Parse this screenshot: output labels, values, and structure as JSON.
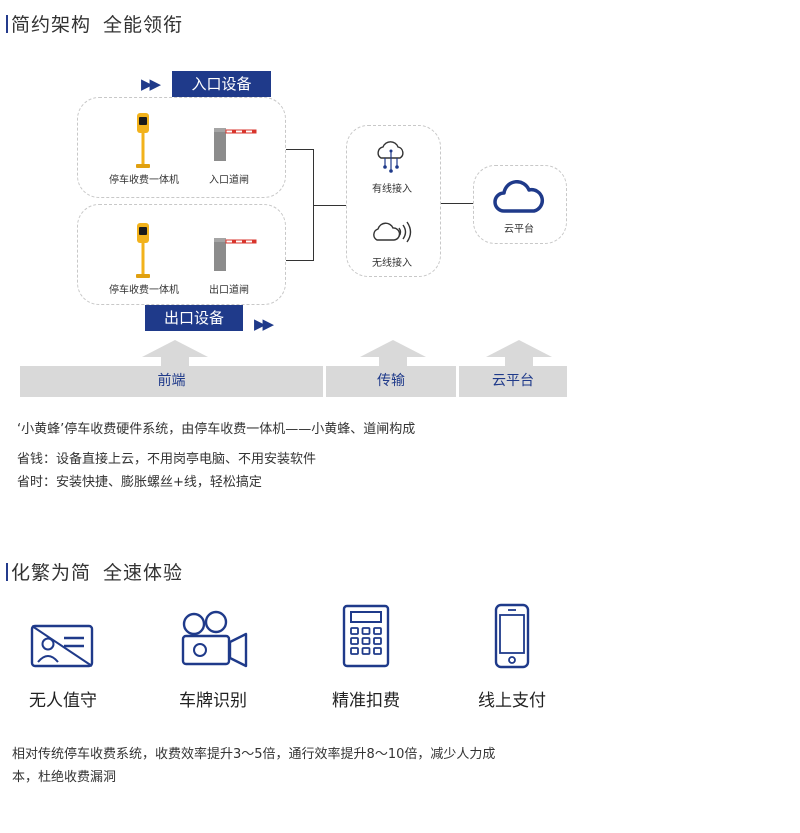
{
  "section1": {
    "title_a": "简约架构",
    "title_b": "全能领衔",
    "entry_tag": "入口设备",
    "exit_tag": "出口设备",
    "entry_kiosk_label": "停车收费一体机",
    "entry_gate_label": "入口道闸",
    "exit_kiosk_label": "停车收费一体机",
    "exit_gate_label": "出口道闸",
    "wired_label": "有线接入",
    "wireless_label": "无线接入",
    "cloud_label": "云平台",
    "platform_front": "前端",
    "platform_transmit": "传输",
    "platform_cloud": "云平台",
    "desc_line1": "‘小黄蜂’停车收费硬件系统，由停车收费一体机——小黄蜂、道闸构成",
    "desc_line2": "省钱：设备直接上云，不用岗亭电脑、不用安装软件",
    "desc_line3": "省时：安装快捷、膨胀螺丝+线，轻松搞定"
  },
  "section2": {
    "title_a": "化繁为简",
    "title_b": "全速体验",
    "features": [
      {
        "label": "无人值守",
        "icon": "id-card-icon"
      },
      {
        "label": "车牌识别",
        "icon": "camera-icon"
      },
      {
        "label": "精准扣费",
        "icon": "calculator-icon"
      },
      {
        "label": "线上支付",
        "icon": "phone-icon"
      }
    ],
    "desc_line1": "相对传统停车收费系统，收费效率提升3～5倍，通行效率提升8～10倍，减少人力成",
    "desc_line2": "本，杜绝收费漏洞"
  },
  "colors": {
    "brand_blue": "#1f3a8a",
    "kiosk_yellow": "#f2b21b",
    "gate_red": "#d8342c",
    "platform_gray": "#d9d9d9"
  }
}
